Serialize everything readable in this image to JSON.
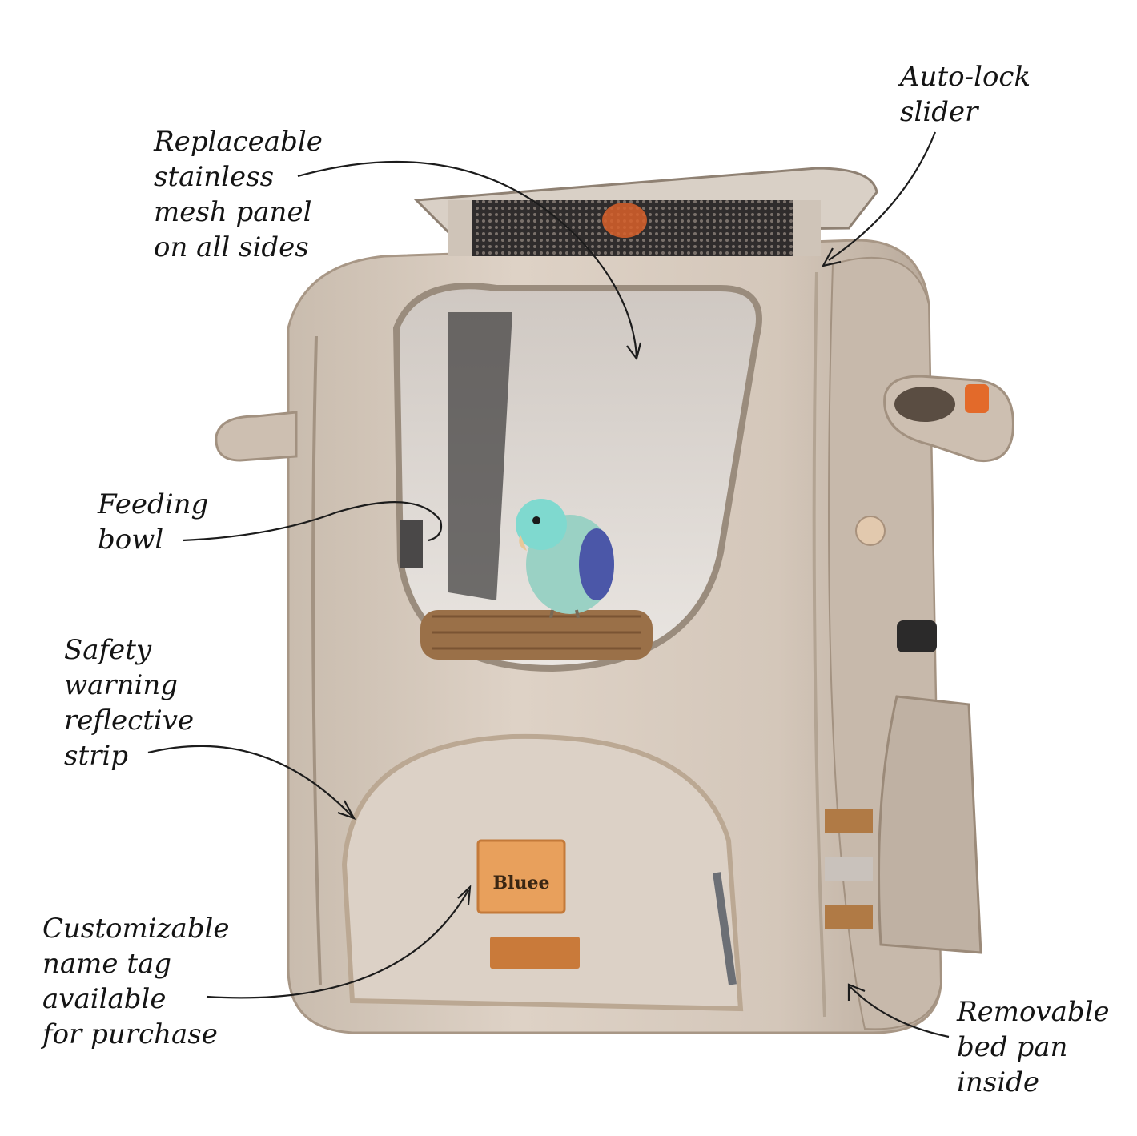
{
  "annotations": {
    "mesh_panel": "Replaceable\nstainless\nmesh panel\non all sides",
    "auto_lock": "Auto-lock\nslider",
    "feeding_bowl": "Feeding\nbowl",
    "reflective_strip": "Safety\nwarning\nreflective\nstrip",
    "name_tag": "Customizable\nname tag\navailable\nfor purchase",
    "bed_pan": "Removable\nbed pan\ninside"
  },
  "product": {
    "name_tag_text": "Bluee"
  },
  "colors": {
    "fabric": "#d8cbbf",
    "fabric_shadow": "#b9aa9c",
    "tag_orange": "#e8a05c",
    "bird": "#8fd6c8",
    "perch": "#9a7048",
    "mesh": "#3a3636"
  }
}
